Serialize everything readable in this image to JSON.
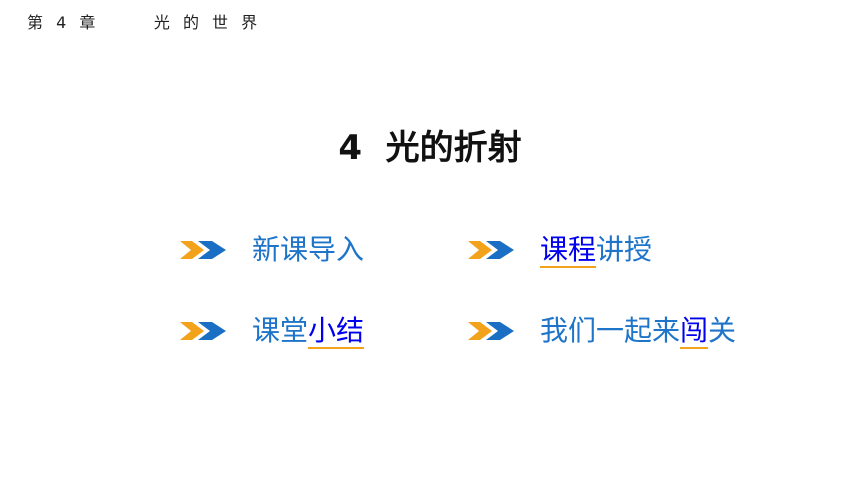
{
  "header": {
    "chapter": "第 4 章",
    "subject": "光 的 世 界"
  },
  "title": "4  光的折射",
  "colors": {
    "label_text": "#1d74c9",
    "link_text": "#0000ee",
    "link_underline": "#f3a21b",
    "arrow_orange": "#f3a21b",
    "arrow_blue": "#1a6fc4"
  },
  "menu": {
    "item1": {
      "text": "新课导入",
      "icon": "double-chevron-right-icon"
    },
    "item2": {
      "link": "课程",
      "rest": "讲授",
      "icon": "double-chevron-right-icon"
    },
    "item3": {
      "pre": "课堂",
      "link": "小结",
      "icon": "double-chevron-right-icon"
    },
    "item4": {
      "pre": "我们一起来",
      "link": "闯",
      "rest": "关",
      "icon": "double-chevron-right-icon"
    }
  }
}
